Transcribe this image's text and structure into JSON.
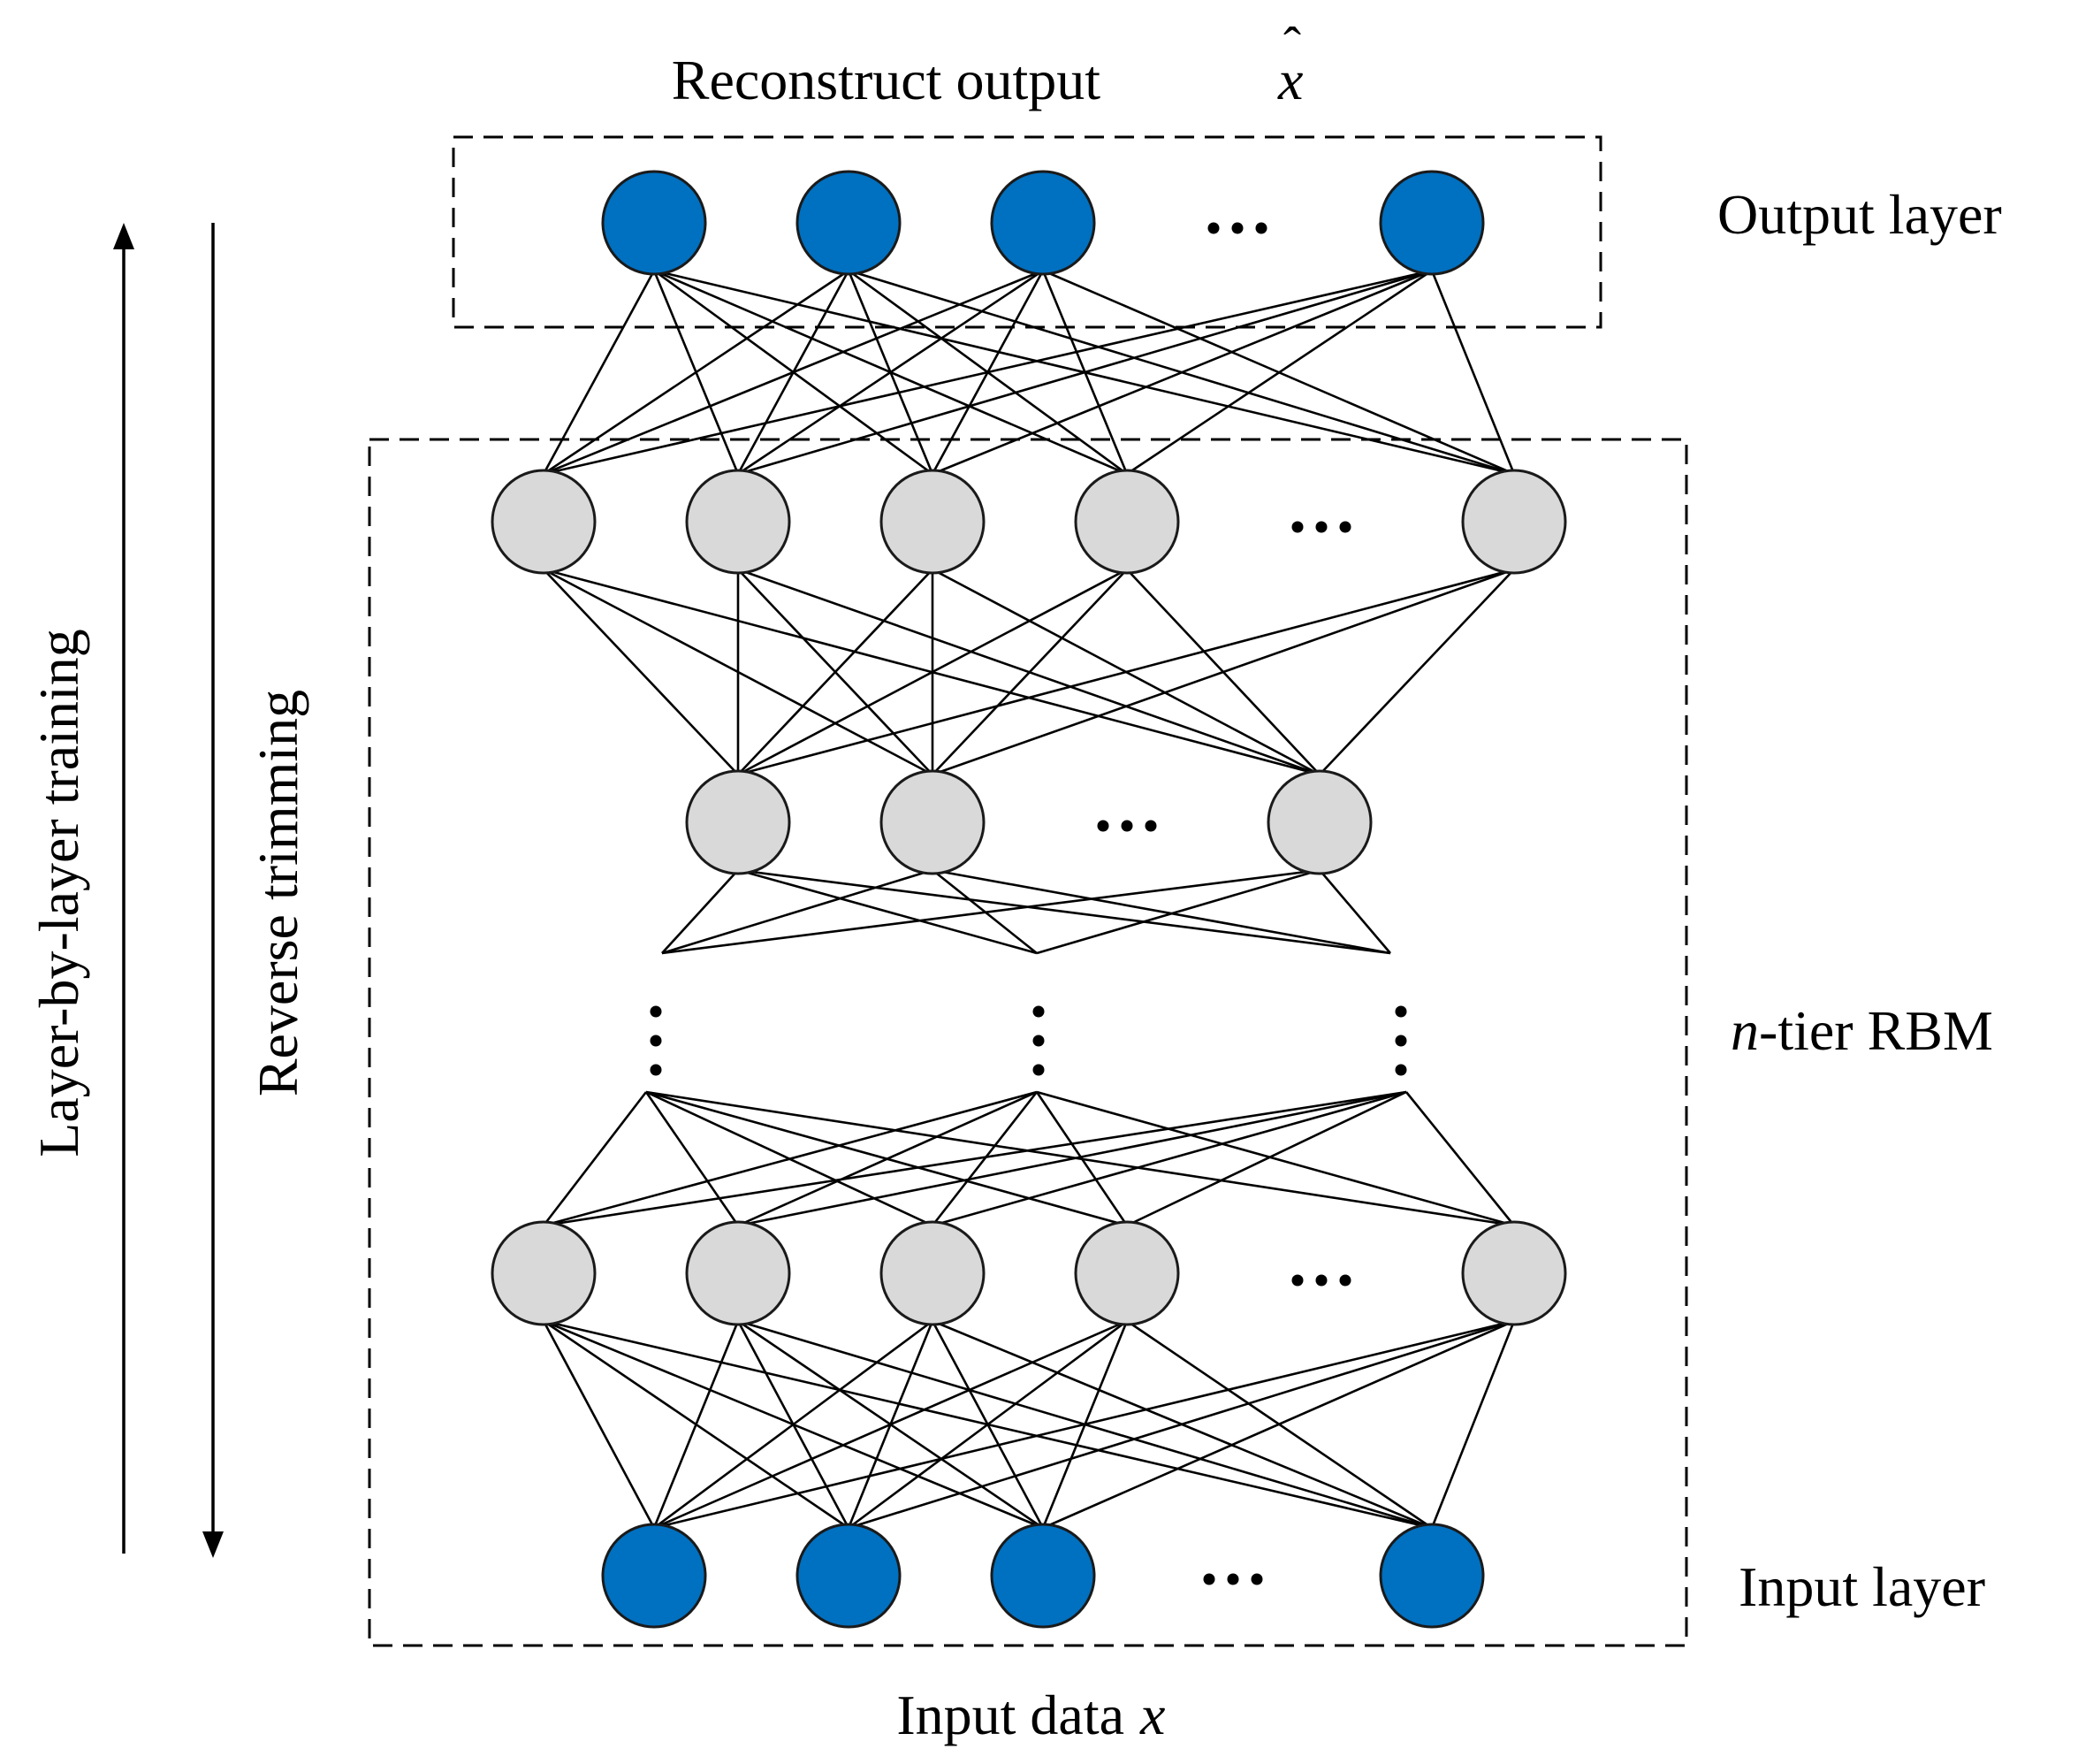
{
  "labels": {
    "top": "Reconstruct output",
    "top_symbol": "x",
    "top_hat": "ˆ",
    "output_layer": "Output layer",
    "rbm_prefix": "n",
    "rbm_suffix": "-tier RBM",
    "input_layer": "Input layer",
    "bottom": "Input data",
    "bottom_symbol": "x",
    "left_arrow": "Layer-by-layer training",
    "right_arrow": "Reverse trimming"
  },
  "colors": {
    "io_node": "#0070C0",
    "hidden_node": "#D9D9D9",
    "edge": "#000000"
  }
}
